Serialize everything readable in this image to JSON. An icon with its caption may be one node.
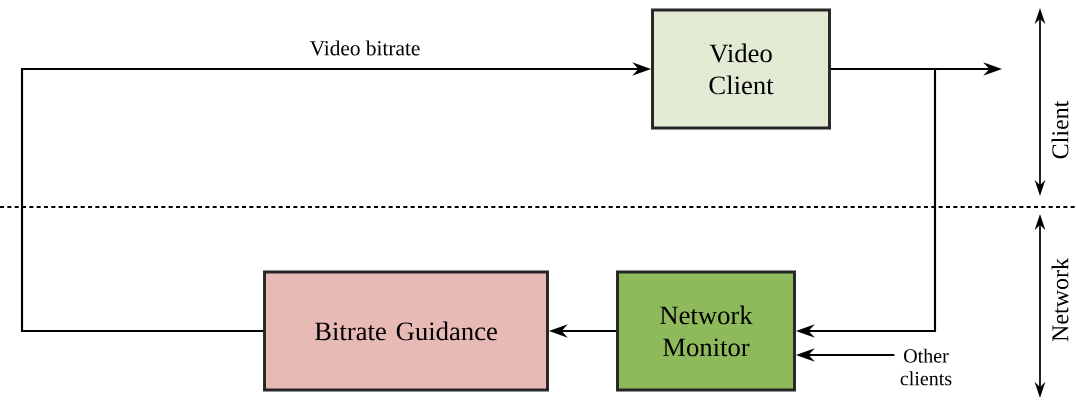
{
  "diagram": {
    "nodes": [
      {
        "text": [
          "Video Client"
        ]
      },
      {
        "text": [
          "Network Monitor"
        ]
      },
      {
        "text": [
          "Bitrate Guidance"
        ]
      },
      {
        "text": [
          "Other clients"
        ]
      }
    ],
    "edges": [
      {
        "from": 2,
        "to": 0,
        "arrow": "to",
        "label": "Video bitrate"
      },
      {
        "from": 0,
        "to": null,
        "arrow": "to"
      },
      {
        "from": 0,
        "to": 1,
        "arrow": "to"
      },
      {
        "from": 1,
        "to": 2,
        "arrow": "to"
      },
      {
        "from": 3,
        "to": 1,
        "arrow": "to"
      }
    ],
    "labels": [
      "Client",
      "Network"
    ]
  }
}
